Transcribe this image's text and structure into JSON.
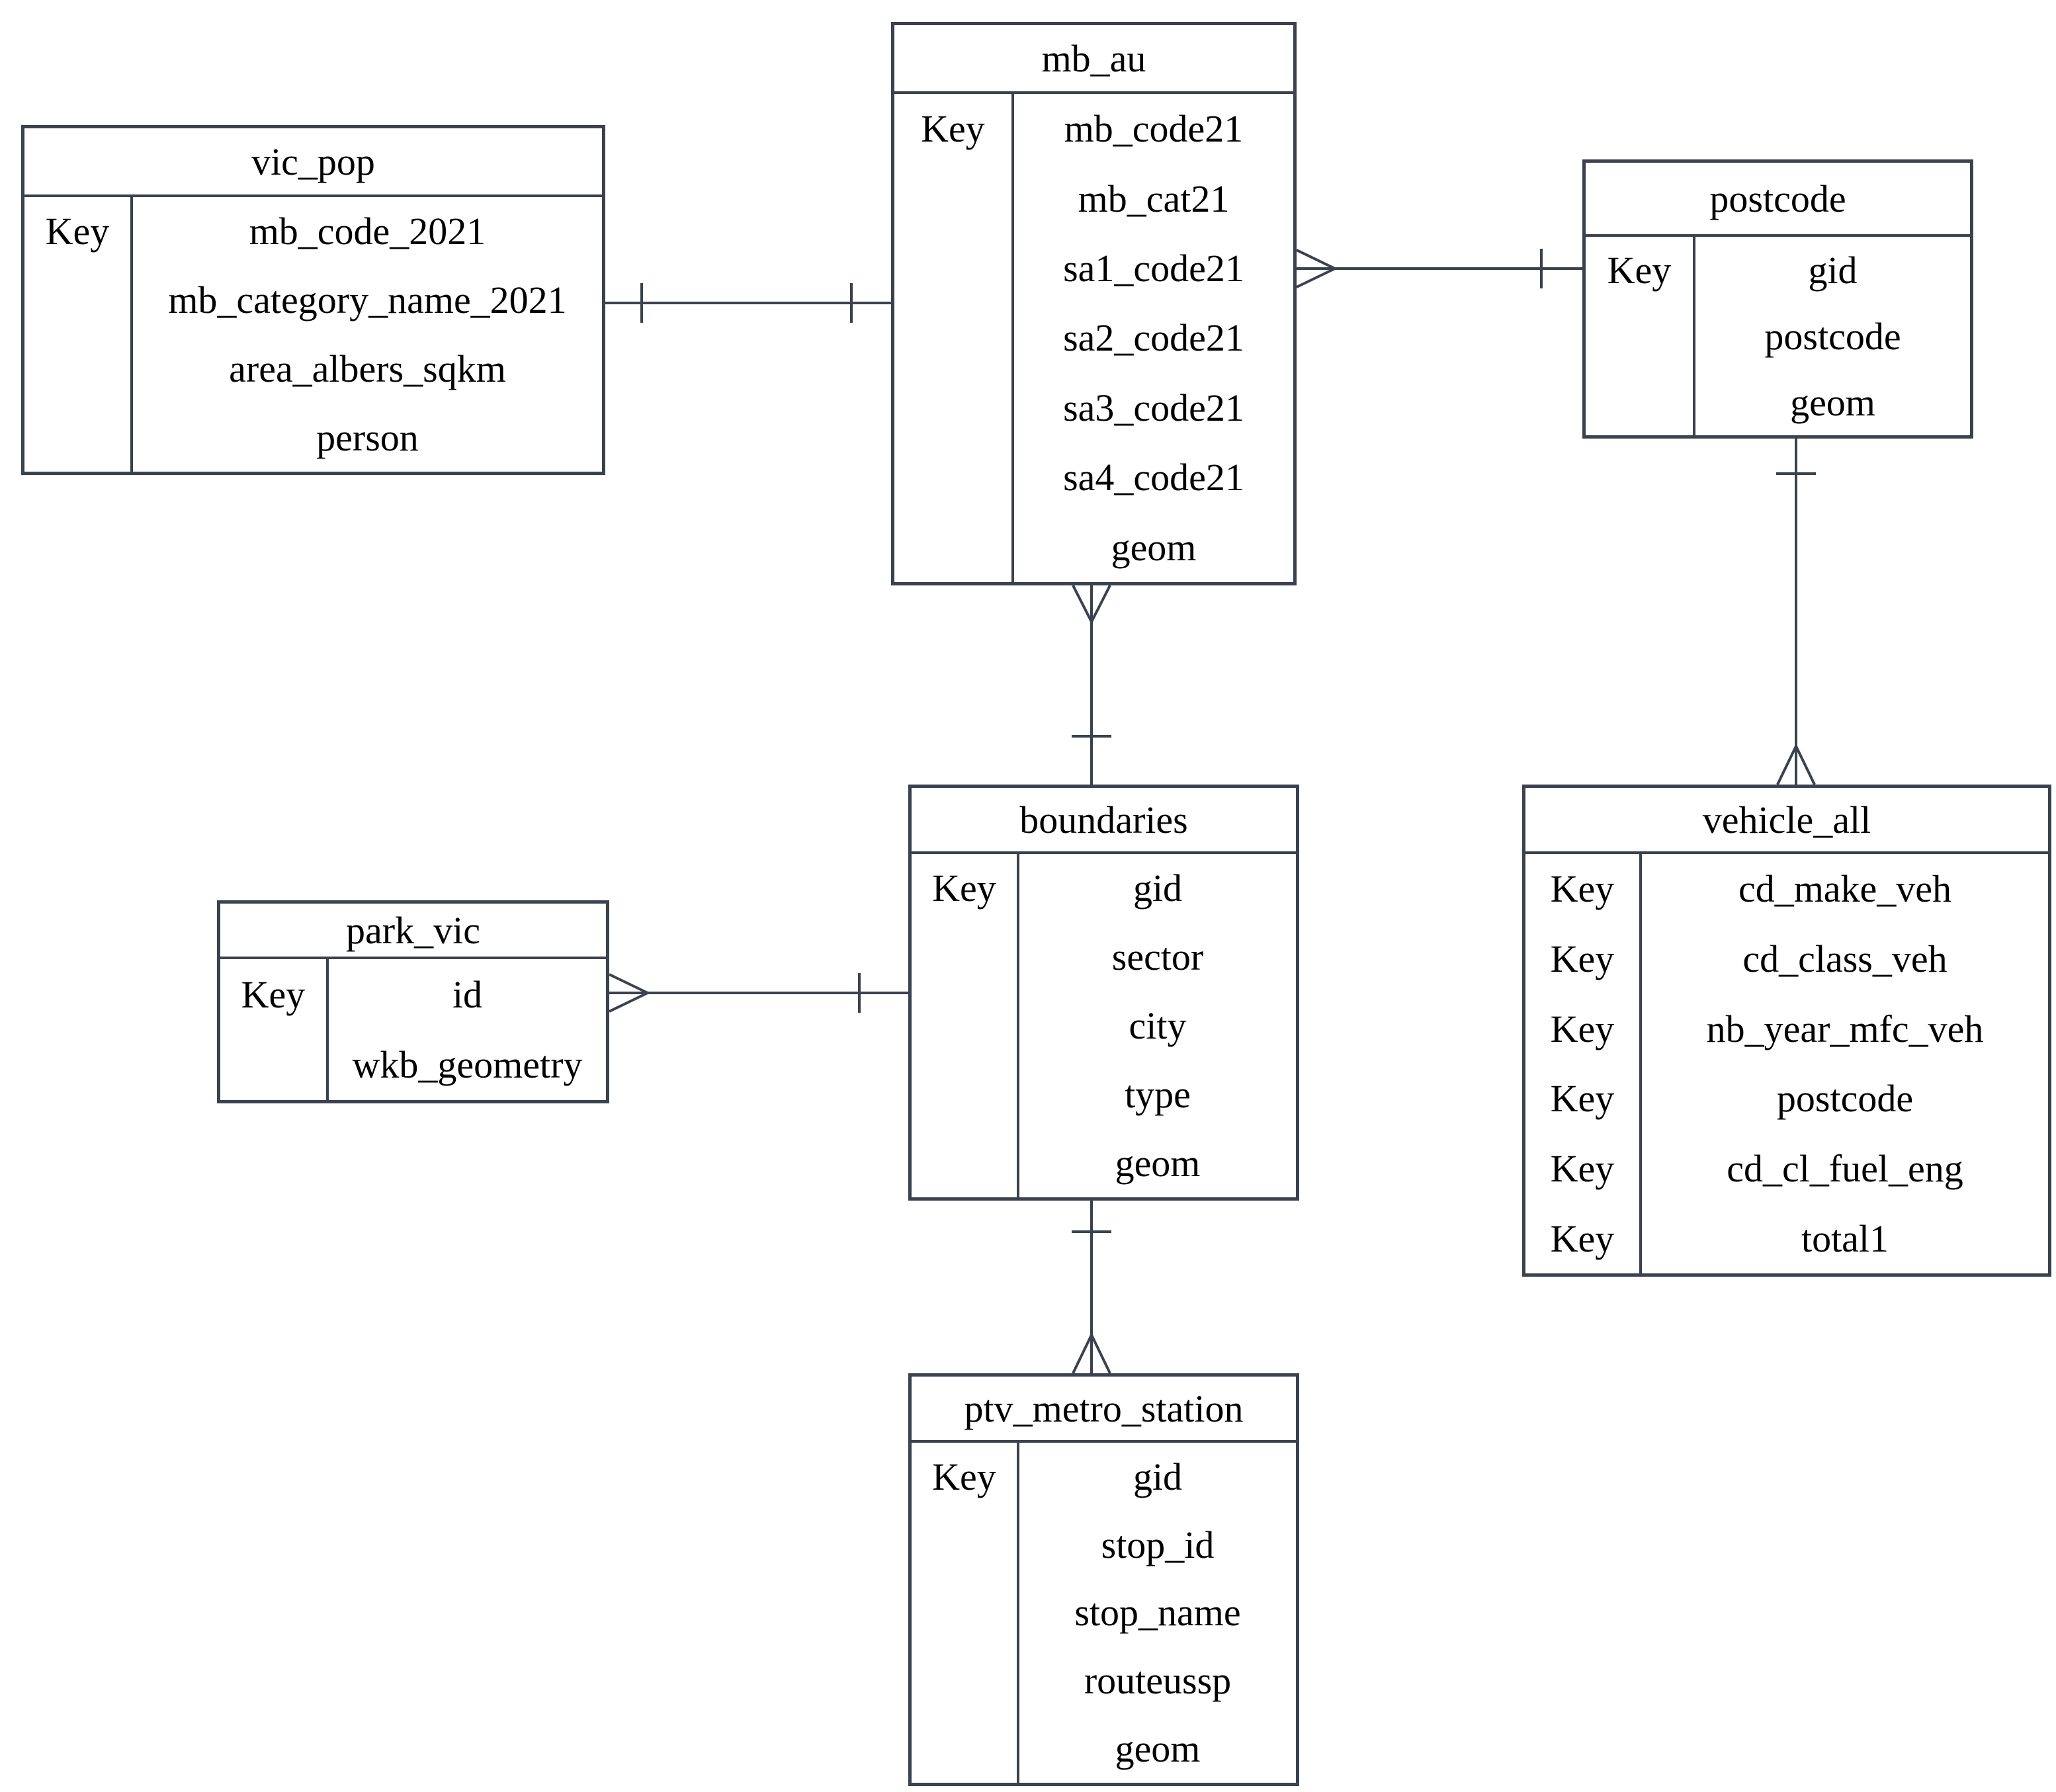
{
  "colors": {
    "line": "#39424e",
    "text": "#000000",
    "background": "#ffffff"
  },
  "tables": [
    {
      "name": "vic_pop",
      "rows": [
        {
          "key": "Key",
          "field": "mb_code_2021"
        },
        {
          "key": "",
          "field": "mb_category_name_2021"
        },
        {
          "key": "",
          "field": "area_albers_sqkm"
        },
        {
          "key": "",
          "field": "person"
        }
      ]
    },
    {
      "name": "mb_au",
      "rows": [
        {
          "key": "Key",
          "field": "mb_code21"
        },
        {
          "key": "",
          "field": "mb_cat21"
        },
        {
          "key": "",
          "field": "sa1_code21"
        },
        {
          "key": "",
          "field": "sa2_code21"
        },
        {
          "key": "",
          "field": "sa3_code21"
        },
        {
          "key": "",
          "field": "sa4_code21"
        },
        {
          "key": "",
          "field": "geom"
        }
      ]
    },
    {
      "name": "postcode",
      "rows": [
        {
          "key": "Key",
          "field": "gid"
        },
        {
          "key": "",
          "field": "postcode"
        },
        {
          "key": "",
          "field": "geom"
        }
      ]
    },
    {
      "name": "park_vic",
      "rows": [
        {
          "key": "Key",
          "field": "id"
        },
        {
          "key": "",
          "field": "wkb_geometry"
        }
      ]
    },
    {
      "name": "boundaries",
      "rows": [
        {
          "key": "Key",
          "field": "gid"
        },
        {
          "key": "",
          "field": "sector"
        },
        {
          "key": "",
          "field": "city"
        },
        {
          "key": "",
          "field": "type"
        },
        {
          "key": "",
          "field": "geom"
        }
      ]
    },
    {
      "name": "vehicle_all",
      "rows": [
        {
          "key": "Key",
          "field": "cd_make_veh"
        },
        {
          "key": "Key",
          "field": "cd_class_veh"
        },
        {
          "key": "Key",
          "field": "nb_year_mfc_veh"
        },
        {
          "key": "Key",
          "field": "postcode"
        },
        {
          "key": "Key",
          "field": "cd_cl_fuel_eng"
        },
        {
          "key": "Key",
          "field": "total1"
        }
      ]
    },
    {
      "name": "ptv_metro_station",
      "rows": [
        {
          "key": "Key",
          "field": "gid"
        },
        {
          "key": "",
          "field": "stop_id"
        },
        {
          "key": "",
          "field": "stop_name"
        },
        {
          "key": "",
          "field": "routeussp"
        },
        {
          "key": "",
          "field": "geom"
        }
      ]
    }
  ],
  "relationships": [
    {
      "from": "vic_pop",
      "to": "mb_au",
      "from_cardinality": "one",
      "to_cardinality": "one"
    },
    {
      "from": "mb_au",
      "to": "postcode",
      "from_cardinality": "many",
      "to_cardinality": "one"
    },
    {
      "from": "mb_au",
      "to": "boundaries",
      "from_cardinality": "many",
      "to_cardinality": "one"
    },
    {
      "from": "postcode",
      "to": "vehicle_all",
      "from_cardinality": "one",
      "to_cardinality": "many"
    },
    {
      "from": "park_vic",
      "to": "boundaries",
      "from_cardinality": "many",
      "to_cardinality": "one"
    },
    {
      "from": "boundaries",
      "to": "ptv_metro_station",
      "from_cardinality": "one",
      "to_cardinality": "many"
    }
  ]
}
